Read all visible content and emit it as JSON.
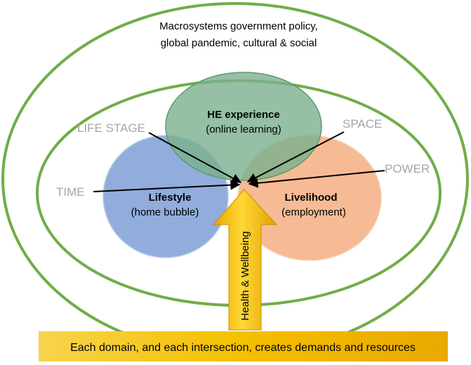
{
  "macro": {
    "line1": "Macrosystems government policy,",
    "line2": "global pandemic, cultural & social"
  },
  "circles": {
    "he": {
      "title": "HE experience",
      "sub": "(online learning)",
      "color": "#7bb08f"
    },
    "lifestyle": {
      "title": "Lifestyle",
      "sub": "(home bubble)",
      "color": "#7f9fd6"
    },
    "livelihood": {
      "title": "Livelihood",
      "sub": "(employment)",
      "color": "#f4ac7c"
    }
  },
  "dimensions": {
    "life_stage": "LIFE STAGE",
    "space": "SPACE",
    "time": "TIME",
    "power": "POWER"
  },
  "arrow": {
    "label": "Health & Wellbeing",
    "color": "#f2b705"
  },
  "bottom_bar": {
    "text": "Each domain, and each intersection, creates demands and resources",
    "color": "#f5c400"
  },
  "ring_color": "#70ad47"
}
